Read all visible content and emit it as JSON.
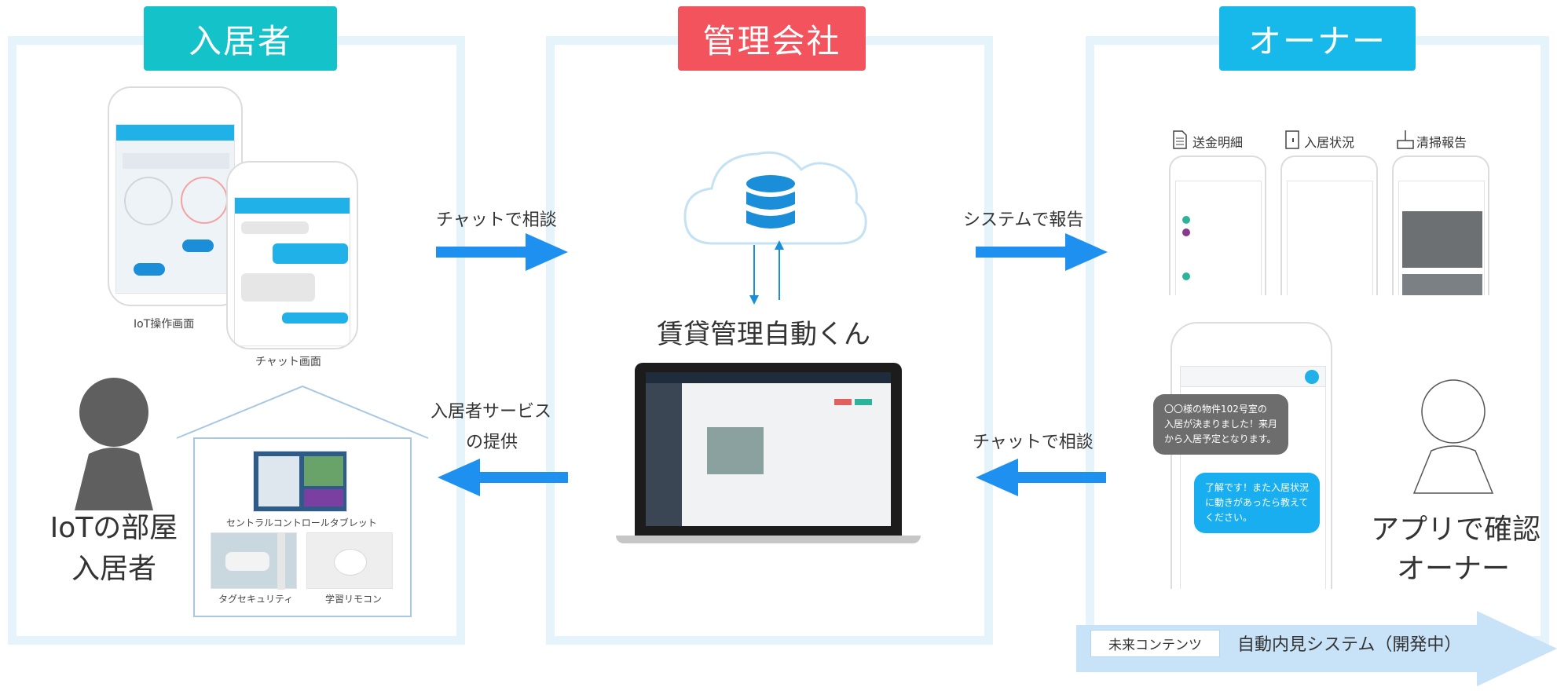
{
  "headers": {
    "tenant": "入居者",
    "manager": "管理会社",
    "owner": "オーナー"
  },
  "tenant": {
    "iot_caption": "IoT操作画面",
    "chat_caption": "チャット画面",
    "person_label": [
      "IoTの部屋",
      "入居者"
    ],
    "devices": {
      "tablet": "セントラルコントロールタブレット",
      "security": "タグセキュリティ",
      "remote": "学習リモコン"
    }
  },
  "flows": {
    "tenant_to_manager": "チャットで相談",
    "manager_to_tenant": [
      "入居者サービス",
      "の提供"
    ],
    "manager_to_owner": "システムで報告",
    "owner_to_manager": "チャットで相談"
  },
  "manager": {
    "system_name": "賃貸管理自動くん"
  },
  "owner": {
    "reports": [
      "送金明細",
      "入居状況",
      "清掃報告"
    ],
    "chat_received": "〇〇様の物件102号室の\n入居が決まりました！来月\nから入居予定となります。",
    "chat_reply": "了解です！また入居状況\nに動きがあったら教えて\nください。",
    "person_label": [
      "アプリで確認",
      "オーナー"
    ]
  },
  "future": {
    "tag": "未来コンテンツ",
    "text": "自動内見システム（開発中）"
  },
  "colors": {
    "tenant": "#14c3c9",
    "manager": "#f2535c",
    "owner": "#17b9ea",
    "arrow": "#1e90f0",
    "panel_border": "#e5f3fb"
  },
  "icons": [
    "document-icon",
    "door-icon",
    "broom-icon",
    "database-icon",
    "cloud-icon",
    "person-icon"
  ]
}
